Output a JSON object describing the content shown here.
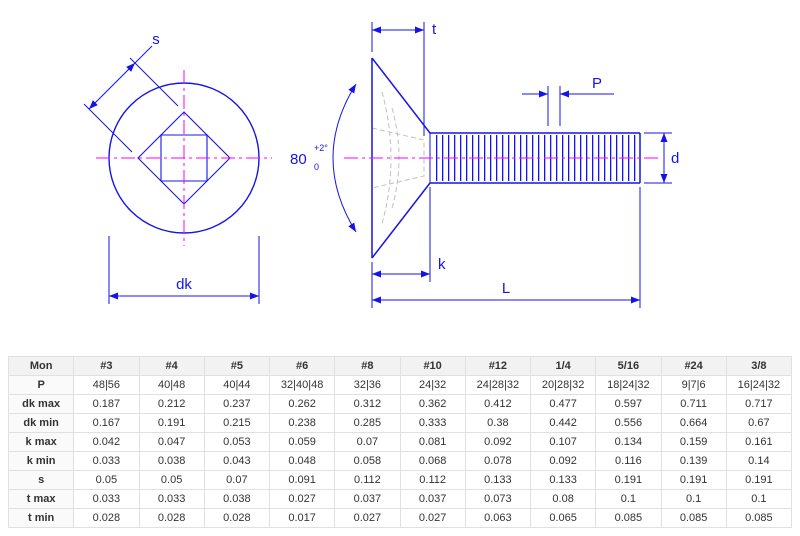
{
  "diagram": {
    "labels": {
      "s": "s",
      "dk": "dk",
      "t": "t",
      "p": "P",
      "k": "k",
      "l": "L",
      "d": "d"
    },
    "angle": {
      "value": "80",
      "plus": "+2°",
      "minus": "0"
    },
    "colors": {
      "line": "#1414e6",
      "centerline": "#ff00ff",
      "phantom": "#c0c0c0"
    }
  },
  "table": {
    "columns": [
      "Mon",
      "#3",
      "#4",
      "#5",
      "#6",
      "#8",
      "#10",
      "#12",
      "1/4",
      "5/16",
      "#24",
      "3/8"
    ],
    "rows": [
      {
        "label": "P",
        "values": [
          "48|56",
          "40|48",
          "40|44",
          "32|40|48",
          "32|36",
          "24|32",
          "24|28|32",
          "20|28|32",
          "18|24|32",
          "9|7|6",
          "16|24|32"
        ]
      },
      {
        "label": "dk max",
        "values": [
          "0.187",
          "0.212",
          "0.237",
          "0.262",
          "0.312",
          "0.362",
          "0.412",
          "0.477",
          "0.597",
          "0.711",
          "0.717"
        ]
      },
      {
        "label": "dk min",
        "values": [
          "0.167",
          "0.191",
          "0.215",
          "0.238",
          "0.285",
          "0.333",
          "0.38",
          "0.442",
          "0.556",
          "0.664",
          "0.67"
        ]
      },
      {
        "label": "k max",
        "values": [
          "0.042",
          "0.047",
          "0.053",
          "0.059",
          "0.07",
          "0.081",
          "0.092",
          "0.107",
          "0.134",
          "0.159",
          "0.161"
        ]
      },
      {
        "label": "k min",
        "values": [
          "0.033",
          "0.038",
          "0.043",
          "0.048",
          "0.058",
          "0.068",
          "0.078",
          "0.092",
          "0.116",
          "0.139",
          "0.14"
        ]
      },
      {
        "label": "s",
        "values": [
          "0.05",
          "0.05",
          "0.07",
          "0.091",
          "0.112",
          "0.112",
          "0.133",
          "0.133",
          "0.191",
          "0.191",
          "0.191"
        ]
      },
      {
        "label": "t max",
        "values": [
          "0.033",
          "0.033",
          "0.038",
          "0.027",
          "0.037",
          "0.037",
          "0.073",
          "0.08",
          "0.1",
          "0.1",
          "0.1"
        ]
      },
      {
        "label": "t min",
        "values": [
          "0.028",
          "0.028",
          "0.028",
          "0.017",
          "0.027",
          "0.027",
          "0.063",
          "0.065",
          "0.085",
          "0.085",
          "0.085"
        ]
      }
    ]
  }
}
